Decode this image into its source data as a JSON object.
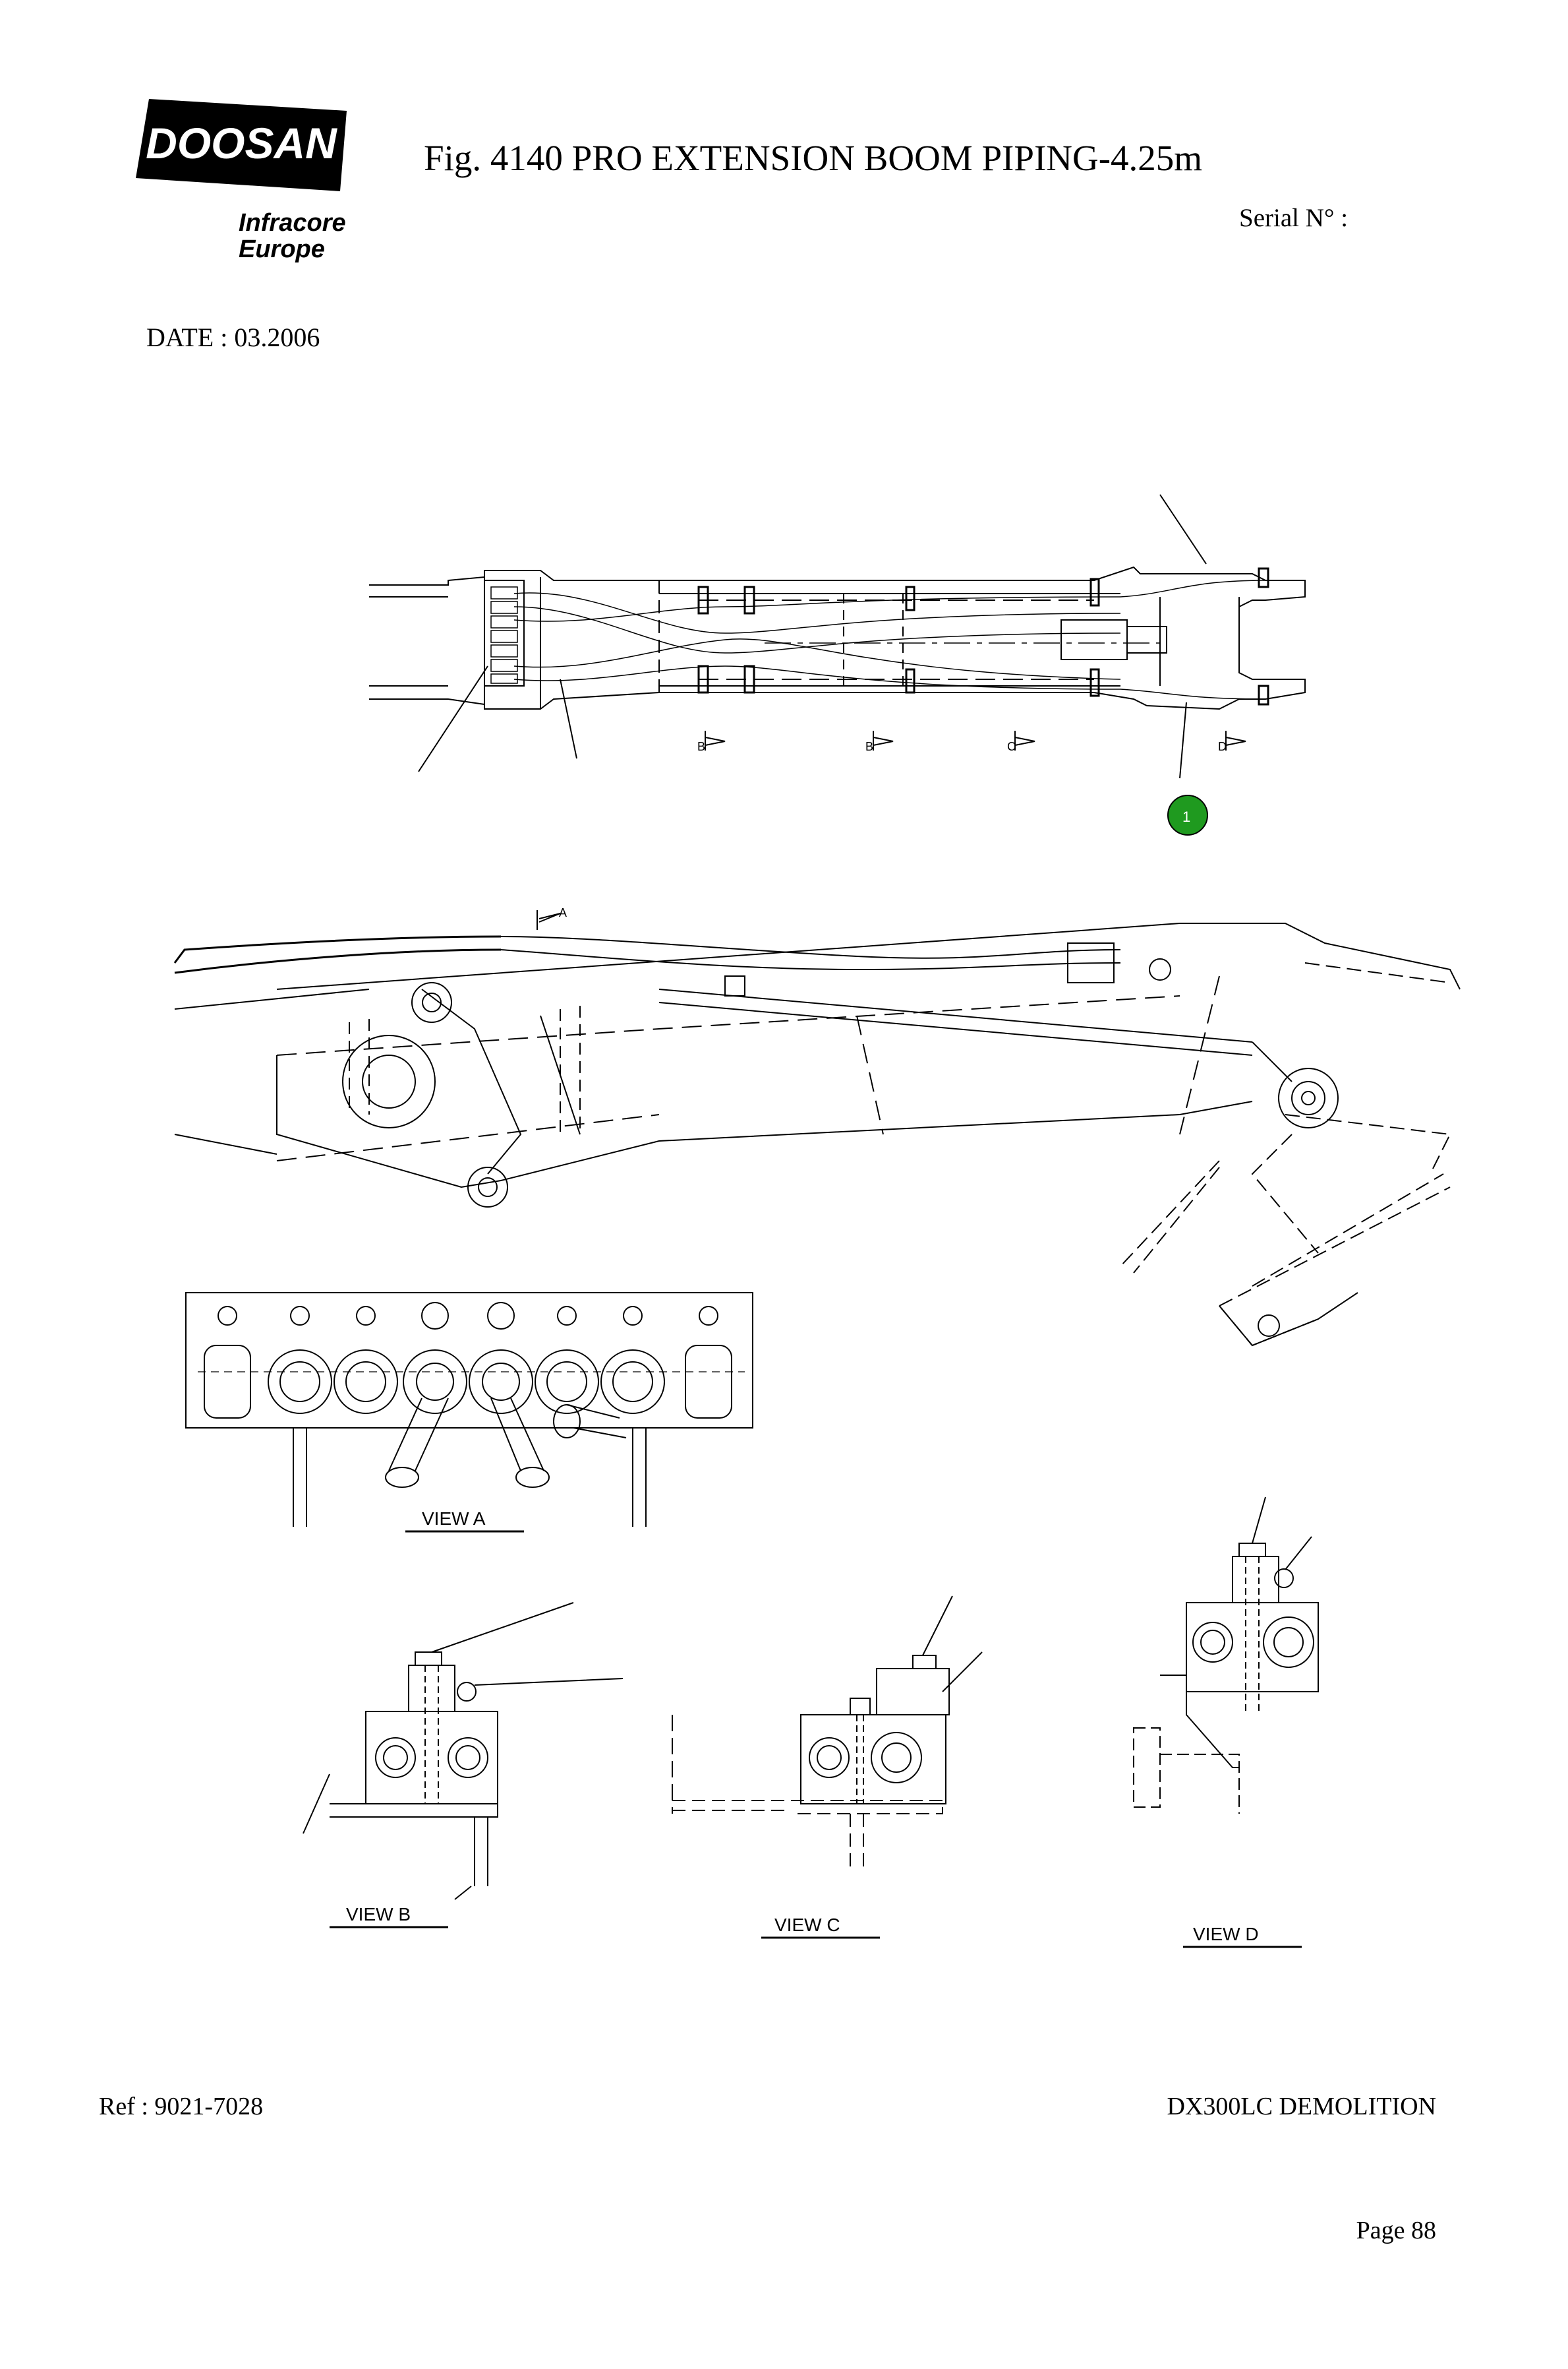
{
  "brand": {
    "name": "DOOSAN",
    "sub_line1": "Infracore",
    "sub_line2": "Europe"
  },
  "header": {
    "title": "Fig. 4140   PRO EXTENSION BOOM PIPING-4.25m",
    "serial": "Serial N° :",
    "date": "DATE : 03.2006"
  },
  "drawing": {
    "section_markers": [
      "B",
      "B",
      "C",
      "D"
    ],
    "callout_a": "A",
    "balloon_number": "1",
    "views": {
      "a": "VIEW   A",
      "b": "VIEW   B",
      "c": "VIEW   C",
      "d": "VIEW   D"
    },
    "balloon_color": "#1f9a1f"
  },
  "footer": {
    "ref": "Ref : 9021-7028",
    "model": "DX300LC DEMOLITION",
    "page": "Page 88"
  }
}
